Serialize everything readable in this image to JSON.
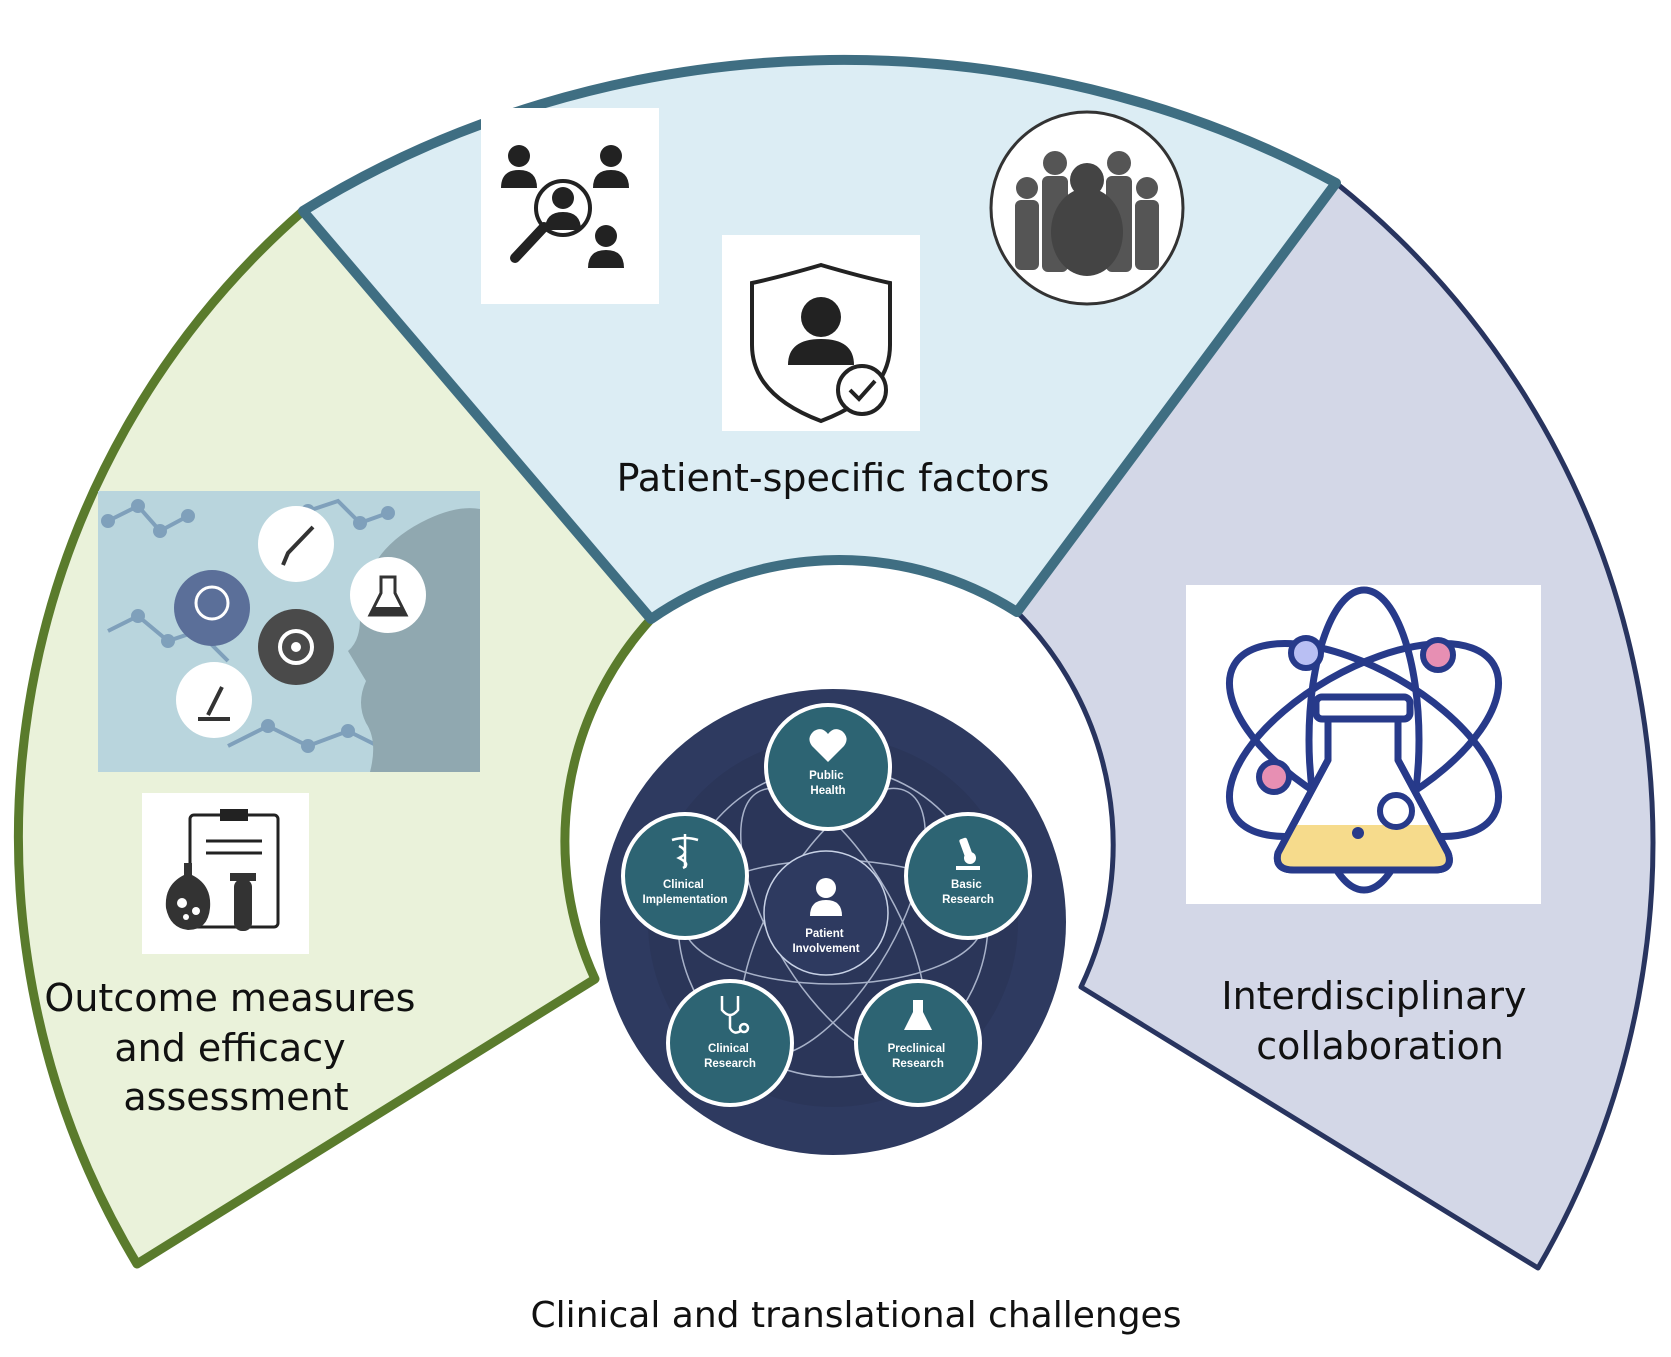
{
  "segments": {
    "outcome": {
      "label_lines": [
        "Outcome measures",
        "and efficacy",
        "assessment"
      ],
      "fill": "#eaf2da",
      "stroke": "#5a7b2c",
      "icons": [
        "neuroscience-collage-icon",
        "lab-clipboard-icon"
      ]
    },
    "patient": {
      "label": "Patient-specific factors",
      "fill": "#dcedf4",
      "stroke": "#3f6e82",
      "icons": [
        "people-search-icon",
        "shield-person-check-icon",
        "obese-group-icon"
      ]
    },
    "interdisciplinary": {
      "label_lines": [
        "Interdisciplinary",
        "collaboration"
      ],
      "fill": "#d3d7e7",
      "stroke": "#28345f",
      "icons": [
        "atom-flask-icon"
      ]
    }
  },
  "hub": {
    "fill": "#2e3a60",
    "node_fill": "#2d6473",
    "center": {
      "lines": [
        "Patient",
        "Involvement"
      ],
      "icon": "person-icon"
    },
    "nodes": [
      {
        "id": "public-health",
        "lines": [
          "Public",
          "Health"
        ],
        "icon": "heart-pulse-icon"
      },
      {
        "id": "basic-research",
        "lines": [
          "Basic",
          "Research"
        ],
        "icon": "microscope-icon"
      },
      {
        "id": "preclinical-research",
        "lines": [
          "Preclinical",
          "Research"
        ],
        "icon": "flask-icon"
      },
      {
        "id": "clinical-research",
        "lines": [
          "Clinical",
          "Research"
        ],
        "icon": "stethoscope-icon"
      },
      {
        "id": "clinical-implementation",
        "lines": [
          "Clinical",
          "Implementation"
        ],
        "icon": "caduceus-icon"
      }
    ]
  },
  "caption": "Clinical and translational challenges"
}
